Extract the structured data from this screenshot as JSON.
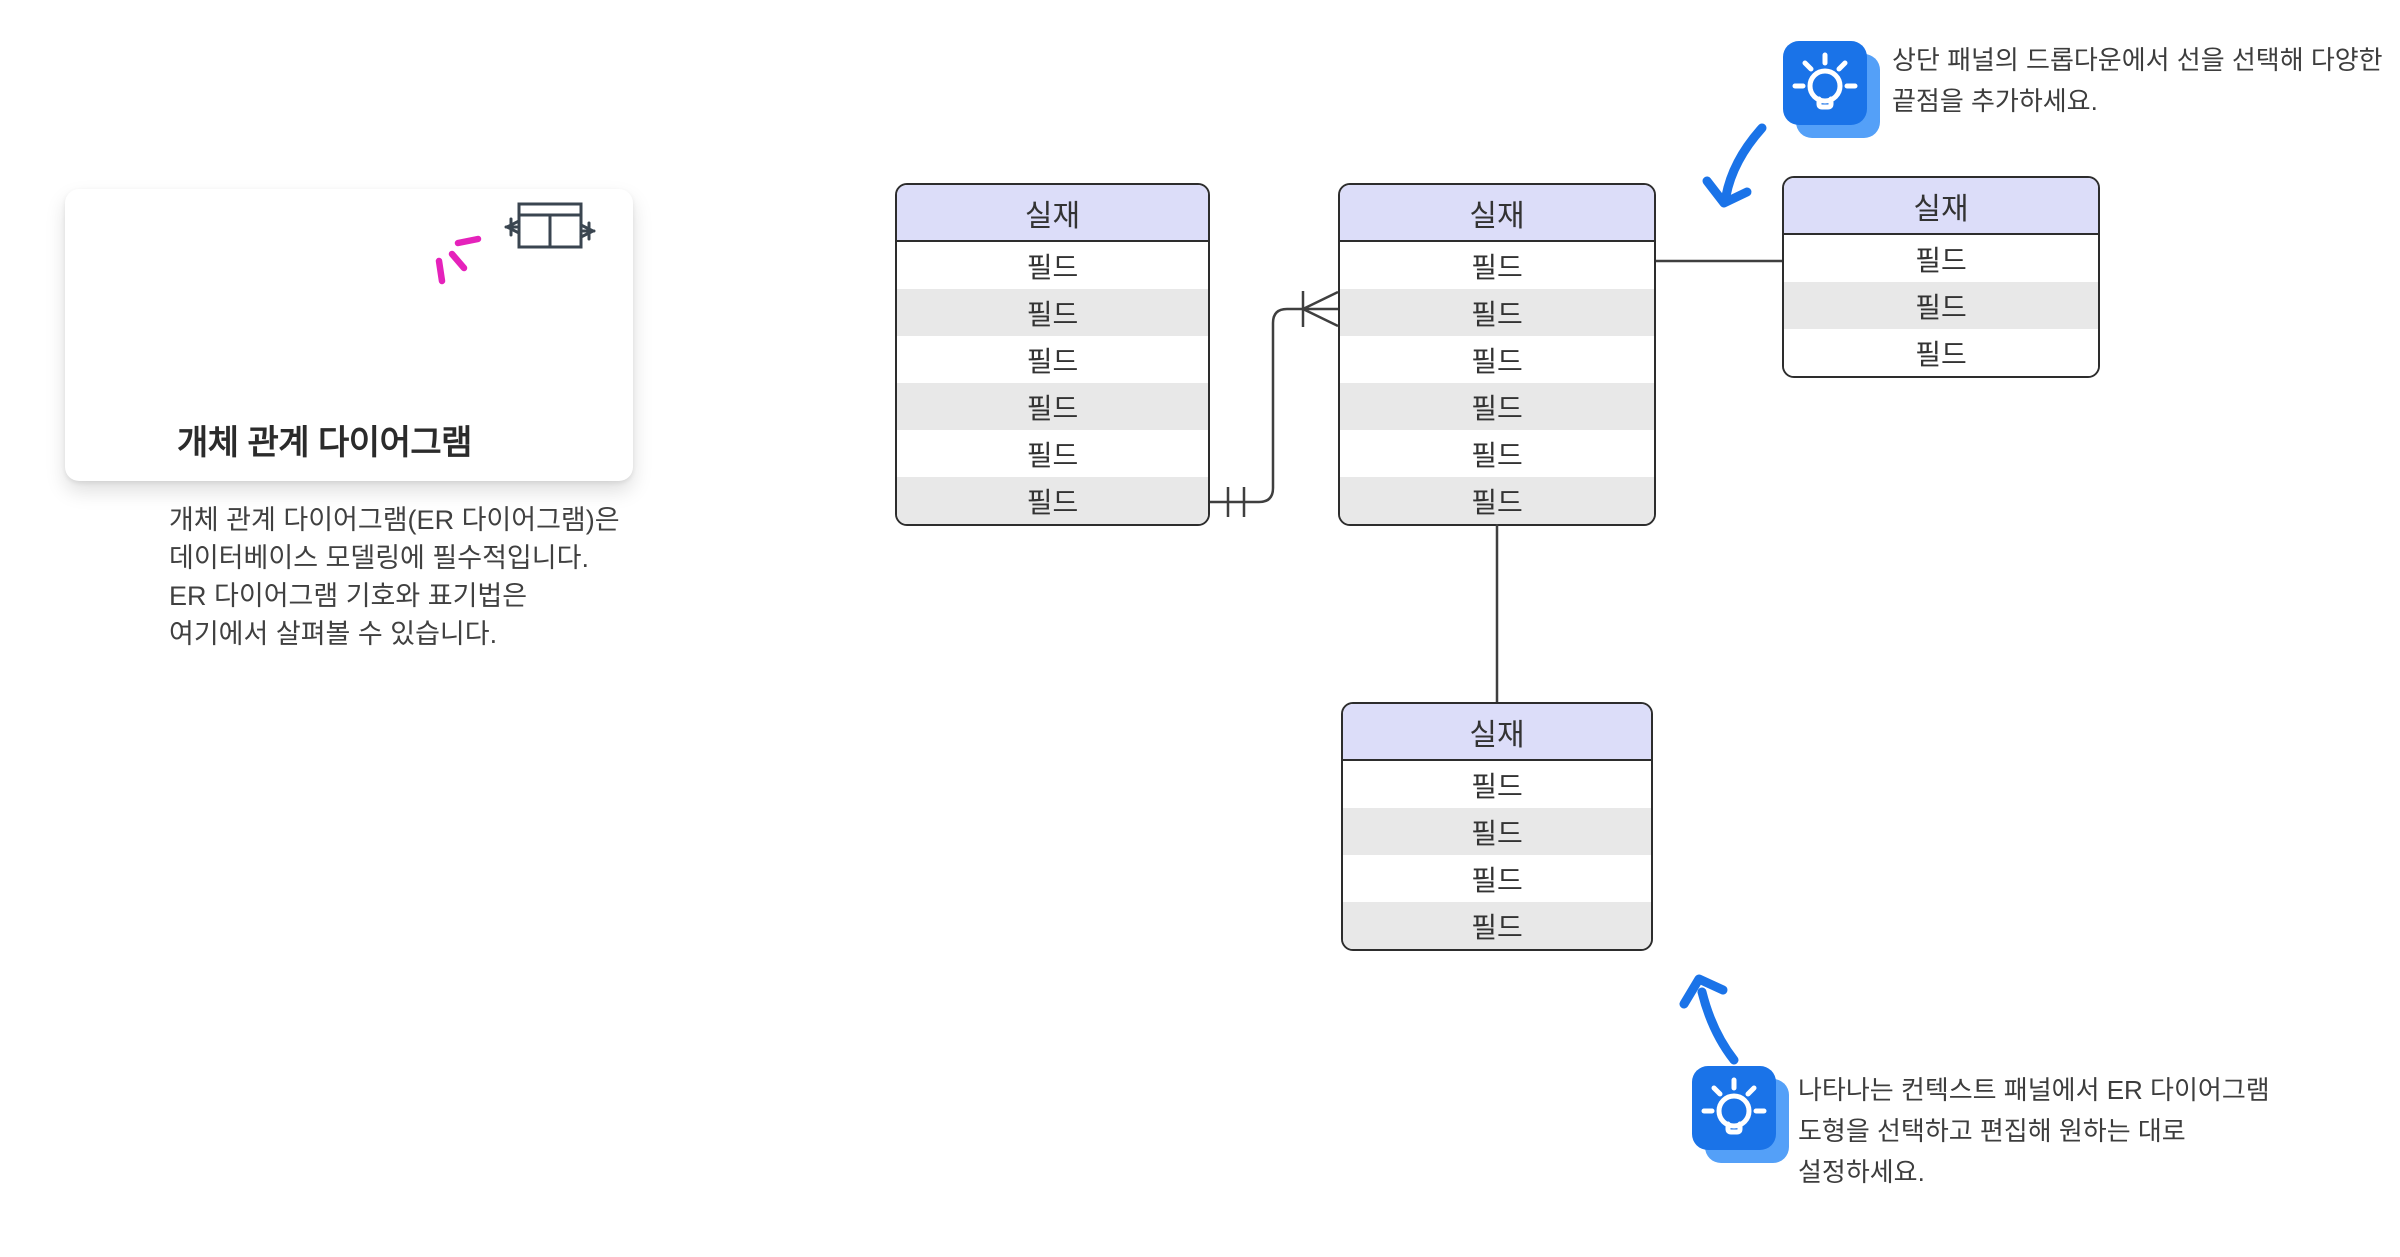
{
  "card": {
    "title": "개체 관계 다이어그램",
    "body_lines": [
      "개체 관계 다이어그램(ER 다이어그램)은",
      "데이터베이스 모델링에 필수적입니다.",
      "ER 다이어그램 기호와 표기법은",
      "여기에서 살펴볼 수 있습니다."
    ],
    "icons": [
      "sparkle-icon",
      "er-table-icon"
    ]
  },
  "entities": [
    {
      "position": "top-left",
      "title": "실재",
      "fields": [
        "필드",
        "필드",
        "필드",
        "필드",
        "필드",
        "필드"
      ]
    },
    {
      "position": "top-middle",
      "title": "실재",
      "fields": [
        "필드",
        "필드",
        "필드",
        "필드",
        "필드",
        "필드"
      ]
    },
    {
      "position": "top-right",
      "title": "실재",
      "fields": [
        "필드",
        "필드",
        "필드"
      ]
    },
    {
      "position": "bottom",
      "title": "실재",
      "fields": [
        "필드",
        "필드",
        "필드",
        "필드"
      ]
    }
  ],
  "connectors": [
    {
      "from": "top-left",
      "to": "top-middle",
      "from_end": "exactly-one",
      "to_end": "one-or-many"
    },
    {
      "from": "top-middle",
      "to": "top-right",
      "from_end": "plain",
      "to_end": "plain"
    },
    {
      "from": "top-middle",
      "to": "bottom",
      "from_end": "plain",
      "to_end": "plain"
    }
  ],
  "tooltips": {
    "top_right": {
      "icon": "lightbulb-icon",
      "lines": [
        "상단 패널의 드롭다운에서 선을 선택해 다양한",
        "끝점을 추가하세요."
      ]
    },
    "bottom": {
      "icon": "lightbulb-icon",
      "lines": [
        "나타나는 컨텍스트 패널에서 ER 다이어그램",
        "도형을 선택하고 편집해 원하는 대로",
        "설정하세요."
      ]
    }
  },
  "colors": {
    "accent_blue": "#1a73e8",
    "accent_blue_light": "#54a0f8",
    "magenta": "#e522bb",
    "entity_header_fill": "#dcddf9",
    "entity_row_alt_fill": "#e8e8e8",
    "entity_border": "#2d2d2d",
    "connector": "#3f3f3f",
    "text": "#333333"
  }
}
